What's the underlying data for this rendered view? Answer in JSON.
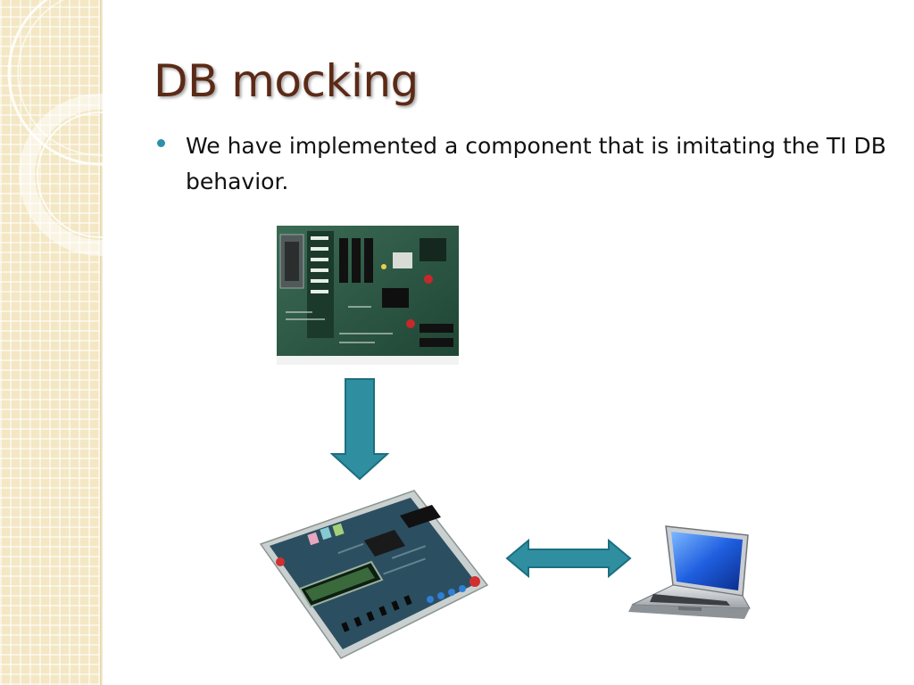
{
  "slide": {
    "title": "DB mocking",
    "bullets": [
      "We have implemented a component that is imitating the TI DB behavior."
    ]
  },
  "theme": {
    "title_color": "#5b2a16",
    "bullet_color": "#2f8fa8",
    "arrow_color": "#2f8fa0",
    "band_color": "#f3e7c4"
  },
  "images": {
    "top": "ti-daughter-board-photo",
    "bottom_left": "fpga-development-board-photo",
    "bottom_right": "laptop-computer-photo"
  },
  "arrows": {
    "vertical": "down-arrow",
    "horizontal": "double-headed-arrow"
  }
}
